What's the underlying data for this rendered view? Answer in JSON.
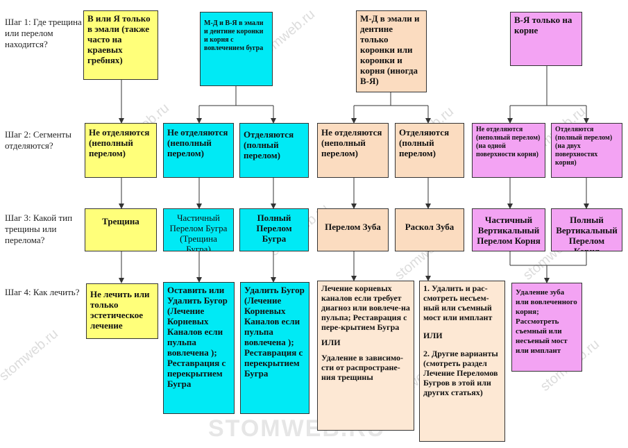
{
  "steps": {
    "s1": "Шаг 1: Где трещина или перелом находится?",
    "s2": "Шаг 2: Сегменты отделяются?",
    "s3": "Шаг 3: Какой тип трещины или перелома?",
    "s4": "Шаг 4: Как лечить?"
  },
  "row1": {
    "a": "В или Я только в эмали (также часто на краевых гребнях)",
    "b": "М-Д и В-Я в эмали и дентине коронки и корня с вовлечением бугра",
    "c": "М-Д в эмали и дентине только коронки или коронки и корня (иногда В-Я)",
    "d": "В-Я только на корне"
  },
  "row2": {
    "a": "Не отделяются (неполный перелом)",
    "b1": "Не отделяются (неполный перелом)",
    "b2": "Отделяются (полный перелом)",
    "c1": "Не отделяются (неполный перелом)",
    "c2": "Отделяются (полный перелом)",
    "d1": "Не отделяются (неполный перелом) (на одной поверхности корня)",
    "d2": "Отделяются (полный перелом) (на двух поверхностях корня)"
  },
  "row3": {
    "a": "Трещина",
    "b1": "Частичный Перелом Бугра (Трещина Бугра)",
    "b2": "Полный Перелом Бугра",
    "c1": "Перелом Зуба",
    "c2": "Раскол Зуба",
    "d1": "Частичный Вертикальный Перелом Корня",
    "d2": "Полный Вертикальный Перелом Корня"
  },
  "row4": {
    "a": "Не лечить или только эстетическое лечение",
    "b1": "Оставить или Удалить Бугор (Лечение Корневых Каналов если пульпа вовлечена ); Реставрация с перекрытием Бугра",
    "b2": "Удалить Бугор (Лечение Корневых Каналов если пульпа вовлечена ); Реставрация с перекрытием Бугра",
    "c1_part1": "Лечение корневых каналов если требует диагноз или вовлече-на пульпа; Реставрация с пере-крытием Бугра",
    "c1_or": "ИЛИ",
    "c1_part2": "Удаление в зависимо-сти от распростране-ния трещины",
    "c2_part1": "1. Удалить и рас-смотреть несъем-ный или съемный мост или имплант",
    "c2_or": "ИЛИ",
    "c2_part2": "2. Другие варианты (смотреть раздел Лечение Переломов Бугров в этой или других статьях)",
    "d": "Удаление зуба или вовлеченного корня; Рассмотреть съемный или несъеный мост или имплант"
  },
  "watermark": {
    "small": "stomweb.ru",
    "big": "STOMWEB.RU"
  },
  "colors": {
    "yellow": "#ffff7a",
    "cyan": "#00eaf5",
    "peach": "#fbdcc0",
    "pink": "#f3a3f3"
  }
}
